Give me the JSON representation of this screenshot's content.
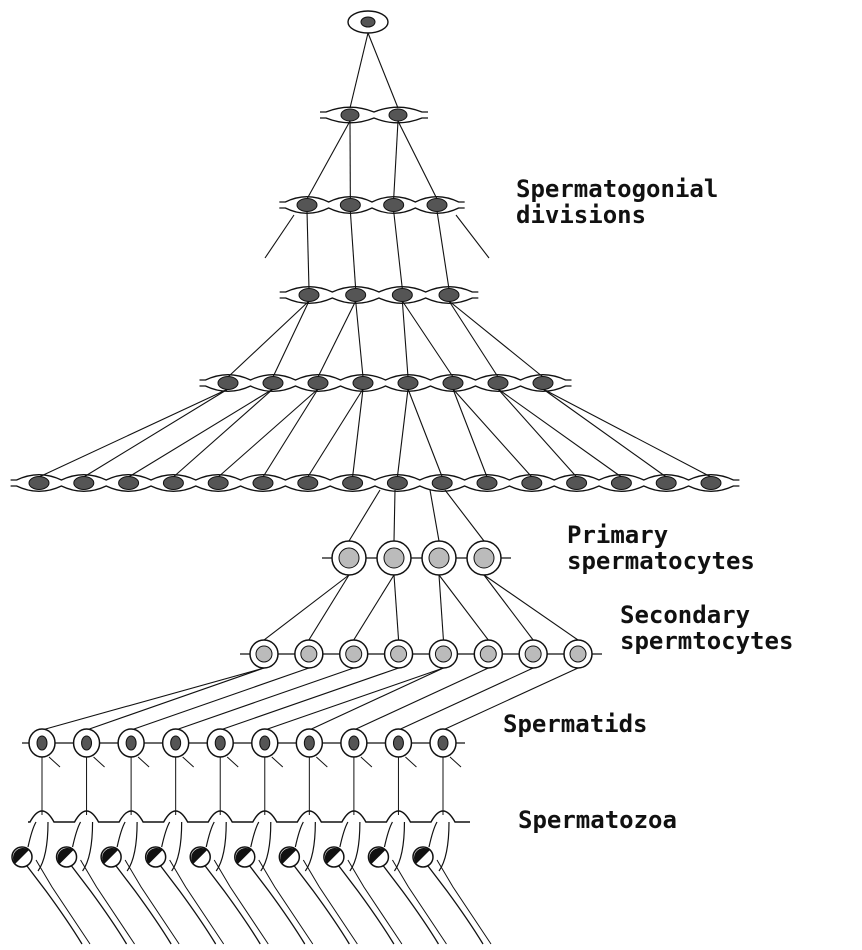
{
  "diagram": {
    "stages": [
      {
        "id": "spermatogonial",
        "lines": [
          "Spermatogonial",
          "divisions"
        ]
      },
      {
        "id": "primary",
        "lines": [
          "Primary",
          "spermatocytes"
        ]
      },
      {
        "id": "secondary",
        "lines": [
          "Secondary",
          "spermtocytes"
        ]
      },
      {
        "id": "spermatids",
        "lines": [
          "Spermatids"
        ]
      },
      {
        "id": "spermatozoa",
        "lines": [
          "Spermatozoa"
        ]
      }
    ],
    "cell_counts": {
      "spermatogonia_rows": [
        1,
        2,
        4,
        4,
        8,
        16
      ],
      "primary_spermatocytes": 4,
      "secondary_spermatocytes": 8,
      "spermatids": 10,
      "spermatozoa": 10
    },
    "colors": {
      "ink": "#111111",
      "nucleus": "#555555",
      "background": "#ffffff"
    }
  }
}
